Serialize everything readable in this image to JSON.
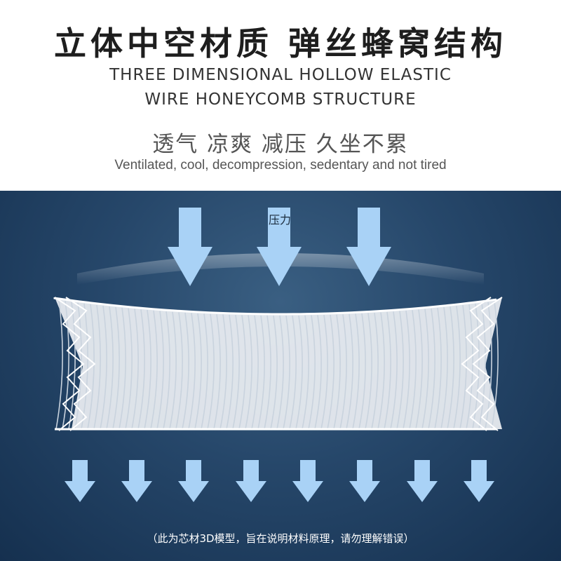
{
  "header": {
    "title_cn": "立体中空材质 弹丝蜂窝结构",
    "title_en_line1": "THREE DIMENSIONAL HOLLOW ELASTIC",
    "title_en_line2": "WIRE HONEYCOMB STRUCTURE",
    "features_cn": "透气 凉爽 减压 久坐不累",
    "features_en": "Ventilated, cool, decompression, sedentary and not tired"
  },
  "diagram": {
    "pressure_label": "压力",
    "footnote": "（此为芯材3D模型，旨在说明材料原理，请勿理解错误）"
  },
  "colors": {
    "arrow": "#a9d2f6",
    "panel_dark": "#15304f",
    "panel_light": "#3a5f82",
    "material": "#f2f4f7"
  }
}
